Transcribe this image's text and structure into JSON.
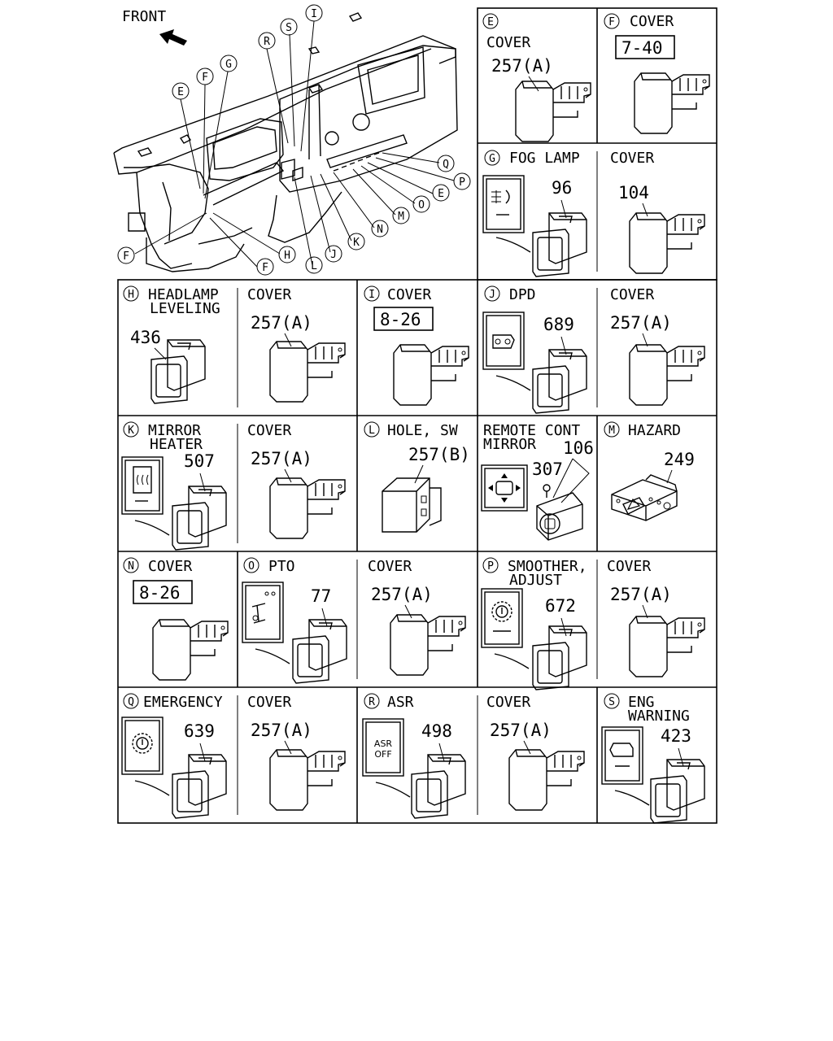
{
  "overview": {
    "front_label": "FRONT",
    "callouts": [
      "E",
      "F",
      "G",
      "R",
      "S",
      "I",
      "Q",
      "P",
      "E",
      "O",
      "M",
      "N",
      "K",
      "J",
      "L",
      "H",
      "F",
      "F"
    ]
  },
  "panels": {
    "E": {
      "letter": "E",
      "title": "COVER",
      "part": "257(A)"
    },
    "F": {
      "letter": "F",
      "title": "COVER",
      "ref": "7-40"
    },
    "G": {
      "letter": "G",
      "title": "FOG LAMP",
      "part": "96",
      "cover_title": "COVER",
      "cover_part": "104"
    },
    "H": {
      "letter": "H",
      "title_line1": "HEADLAMP",
      "title_line2": "LEVELING",
      "part": "436",
      "cover_title": "COVER",
      "cover_part": "257(A)"
    },
    "I": {
      "letter": "I",
      "title": "COVER",
      "ref": "8-26"
    },
    "J": {
      "letter": "J",
      "title": "DPD",
      "part": "689",
      "cover_title": "COVER",
      "cover_part": "257(A)"
    },
    "K": {
      "letter": "K",
      "title_line1": "MIRROR",
      "title_line2": "HEATER",
      "part": "507",
      "cover_title": "COVER",
      "cover_part": "257(A)"
    },
    "L": {
      "letter": "L",
      "title": "HOLE, SW",
      "part": "257(B)"
    },
    "RC": {
      "title_line1": "REMOTE CONT",
      "title_line2": "MIRROR",
      "part_a": "106",
      "part_b": "307"
    },
    "M": {
      "letter": "M",
      "title": "HAZARD",
      "part": "249"
    },
    "N": {
      "letter": "N",
      "title": "COVER",
      "ref": "8-26"
    },
    "O": {
      "letter": "O",
      "title": "PTO",
      "part": "77",
      "cover_title": "COVER",
      "cover_part": "257(A)"
    },
    "P": {
      "letter": "P",
      "title_line1": "SMOOTHER,",
      "title_line2": "ADJUST",
      "part": "672",
      "cover_title": "COVER",
      "cover_part": "257(A)"
    },
    "Q": {
      "letter": "Q",
      "title": "EMERGENCY",
      "part": "639",
      "cover_title": "COVER",
      "cover_part": "257(A)"
    },
    "R": {
      "letter": "R",
      "title": "ASR",
      "part": "498",
      "switch_text_1": "ASR",
      "switch_text_2": "OFF",
      "cover_title": "COVER",
      "cover_part": "257(A)"
    },
    "S": {
      "letter": "S",
      "title_line1": "ENG",
      "title_line2": "WARNING",
      "part": "423"
    }
  }
}
